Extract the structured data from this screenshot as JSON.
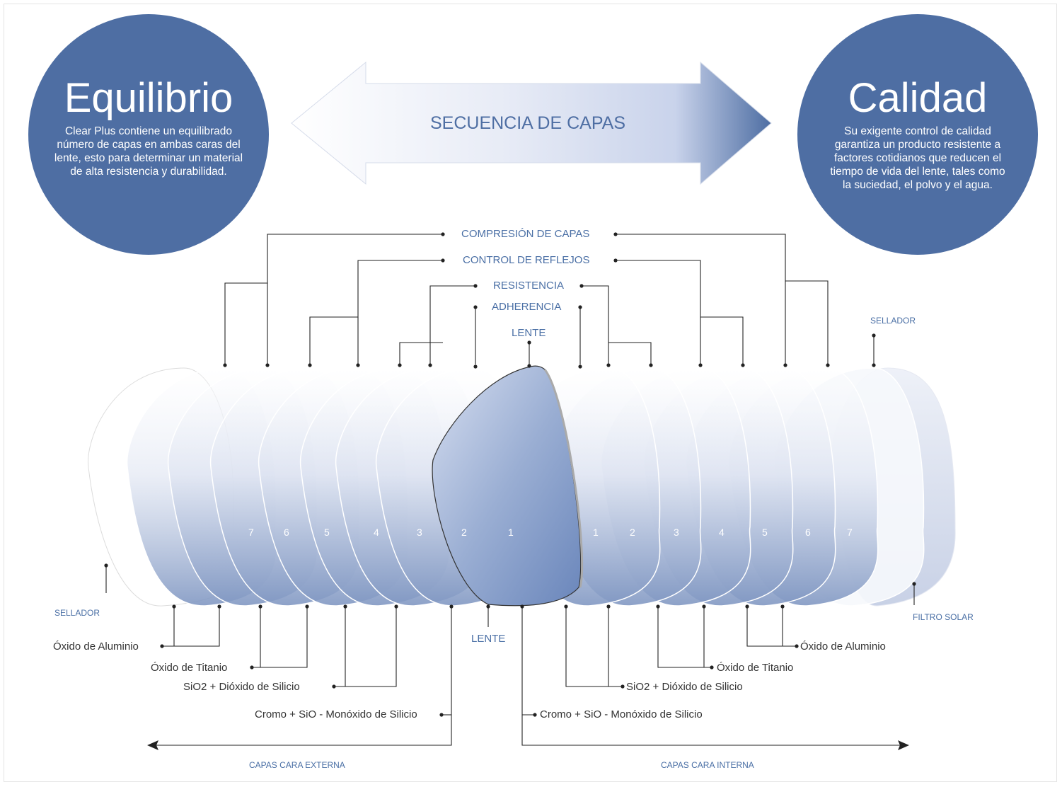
{
  "colors": {
    "brand": "#4e6ea3",
    "label_blue": "#4a6fa5",
    "text_dark": "#333333",
    "line": "#222222"
  },
  "circles": {
    "left": {
      "title": "Equilibrio",
      "text": "Clear Plus contiene un equilibrado número de capas en ambas caras del lente, esto para determinar un material de alta resistencia y durabilidad."
    },
    "right": {
      "title": "Calidad",
      "text": "Su exigente control de calidad garantiza un producto resistente a factores cotidianos que reducen el tiempo de vida del lente, tales como la suciedad, el polvo y el agua."
    }
  },
  "arrow": {
    "label": "SECUENCIA DE CAPAS"
  },
  "top_labels": {
    "compresion": "COMPRESIÓN DE CAPAS",
    "reflejos": "CONTROL DE REFLEJOS",
    "resistencia": "RESISTENCIA",
    "adherencia": "ADHERENCIA",
    "lente": "LENTE",
    "sellador": "SELLADOR"
  },
  "layer_numbers": {
    "left": [
      "7",
      "6",
      "5",
      "4",
      "3",
      "2",
      "1"
    ],
    "right": [
      "1",
      "2",
      "3",
      "4",
      "5",
      "6",
      "7"
    ]
  },
  "bottom_labels": {
    "sellador": "SELLADOR",
    "lente": "LENTE",
    "filtro_solar": "FILTRO SOLAR",
    "left_oxido_aluminio": "Óxido de Aluminio",
    "left_oxido_titanio": "Óxido de Titanio",
    "left_sio2": "SiO2 + Dióxido de Silicio",
    "left_cromo": "Cromo + SiO - Monóxido de Silicio",
    "right_oxido_aluminio": "Óxido de Aluminio",
    "right_oxido_titanio": "Óxido de Titanio",
    "right_sio2": "SiO2 + Dióxido de Silicio",
    "right_cromo": "Cromo + SiO - Monóxido de Silicio"
  },
  "axis_labels": {
    "externa": "CAPAS CARA EXTERNA",
    "interna": "CAPAS CARA INTERNA"
  }
}
